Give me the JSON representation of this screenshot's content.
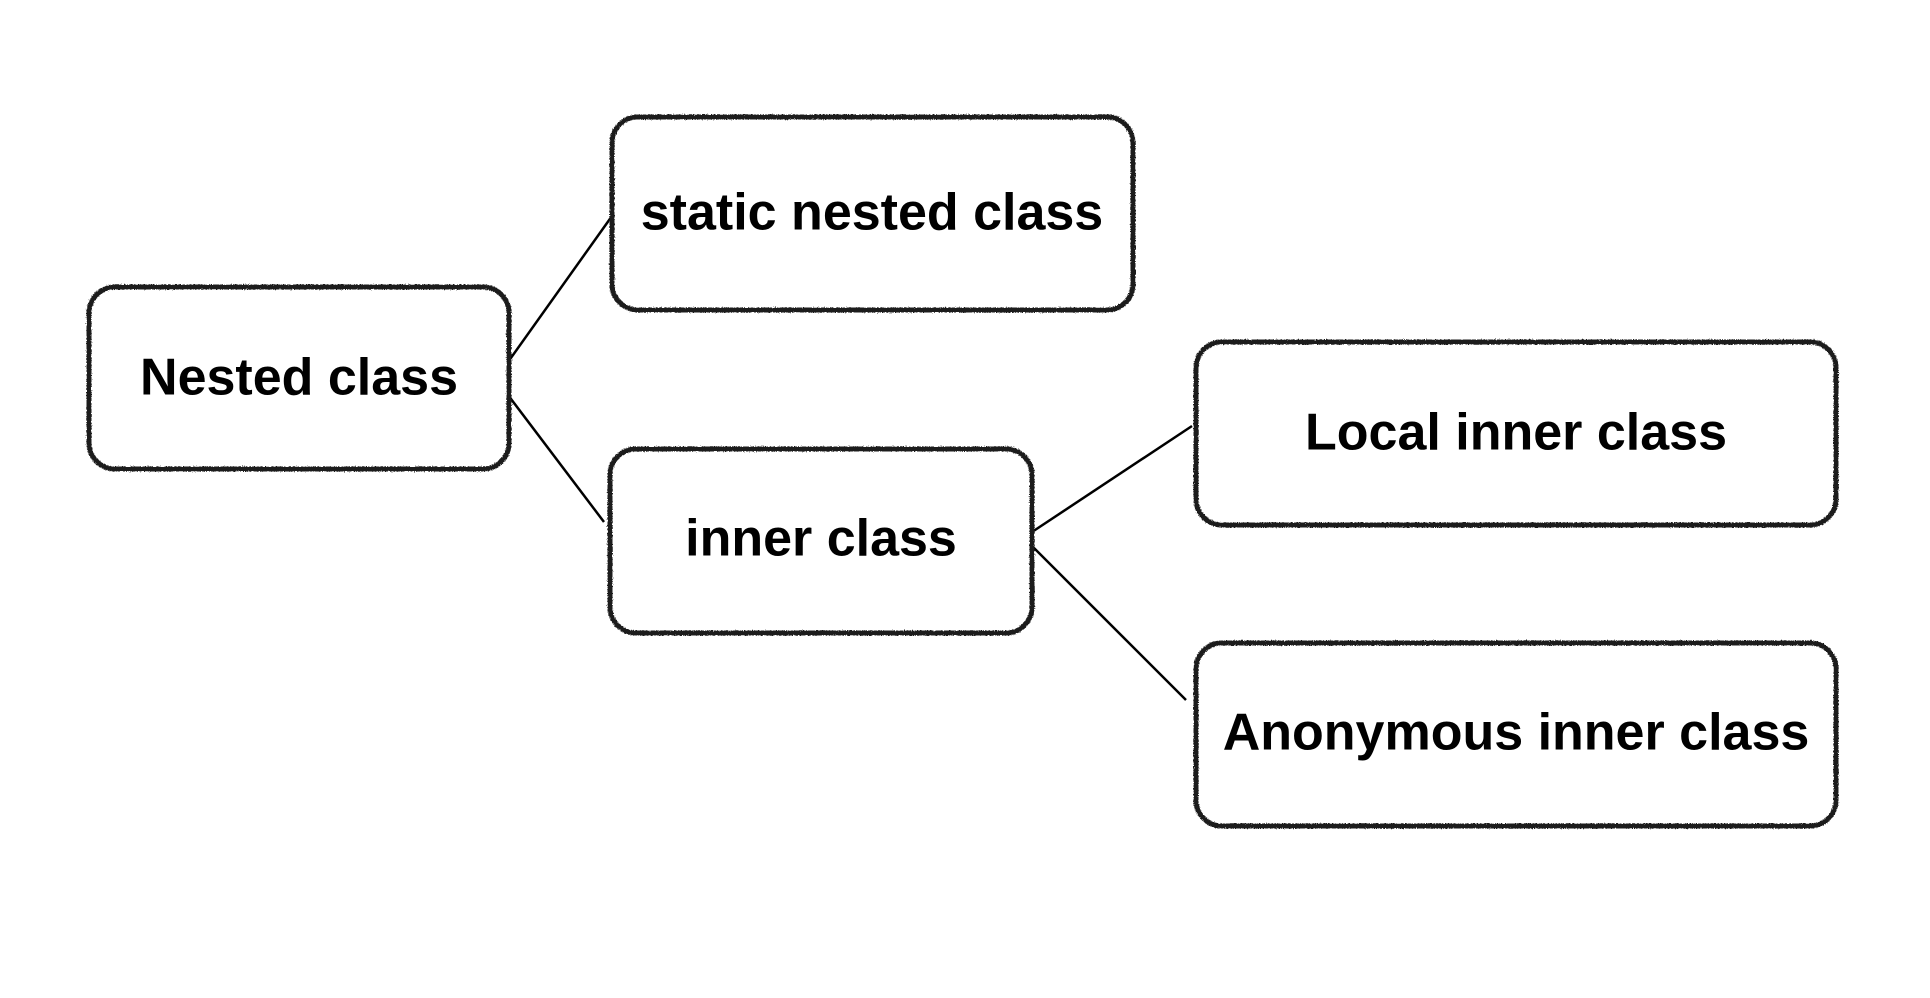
{
  "diagram": {
    "nodes": {
      "nested": {
        "label": "Nested class"
      },
      "static_nested": {
        "label": "static nested class"
      },
      "inner": {
        "label": "inner class"
      },
      "local_inner": {
        "label": "Local inner class"
      },
      "anonymous_inner": {
        "label": "Anonymous inner class"
      }
    },
    "edges": [
      {
        "from": "nested",
        "to": "static_nested"
      },
      {
        "from": "nested",
        "to": "inner"
      },
      {
        "from": "inner",
        "to": "local_inner"
      },
      {
        "from": "inner",
        "to": "anonymous_inner"
      }
    ],
    "colors": {
      "background": "#ffffff",
      "box_stroke": "#1a1a1a",
      "text": "#000000",
      "edge": "#000000"
    }
  }
}
